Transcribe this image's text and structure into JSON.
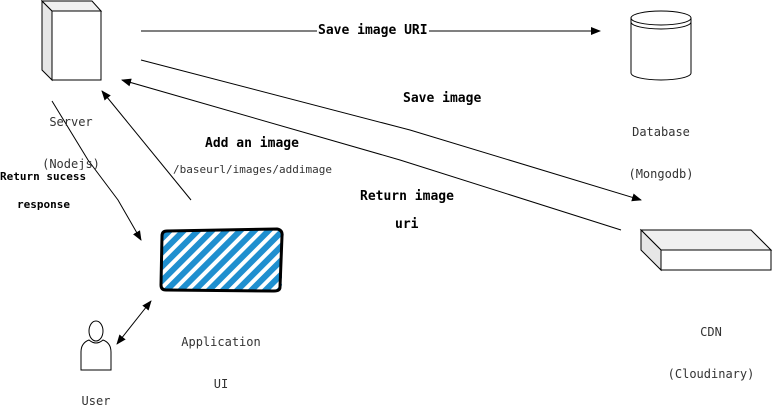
{
  "nodes": {
    "server": {
      "label_line1": "Server",
      "label_line2": "(Nodejs)"
    },
    "database": {
      "label_line1": "Database",
      "label_line2": "(Mongodb)"
    },
    "cdn": {
      "label_line1": "CDN",
      "label_line2": "(Cloudinary)"
    },
    "app": {
      "label_line1": "Application",
      "label_line2": "UI",
      "fill_color": "#1f8fcf"
    },
    "user": {
      "label": "User"
    }
  },
  "edges": {
    "save_uri": "Save image URI",
    "save_image": "Save image",
    "add_image": "Add an image",
    "add_image_path": "/baseurl/images/addimage",
    "return_uri_line1": "Return image",
    "return_uri_line2": "uri",
    "return_success_line1": "Return sucess",
    "return_success_line2": "response"
  }
}
